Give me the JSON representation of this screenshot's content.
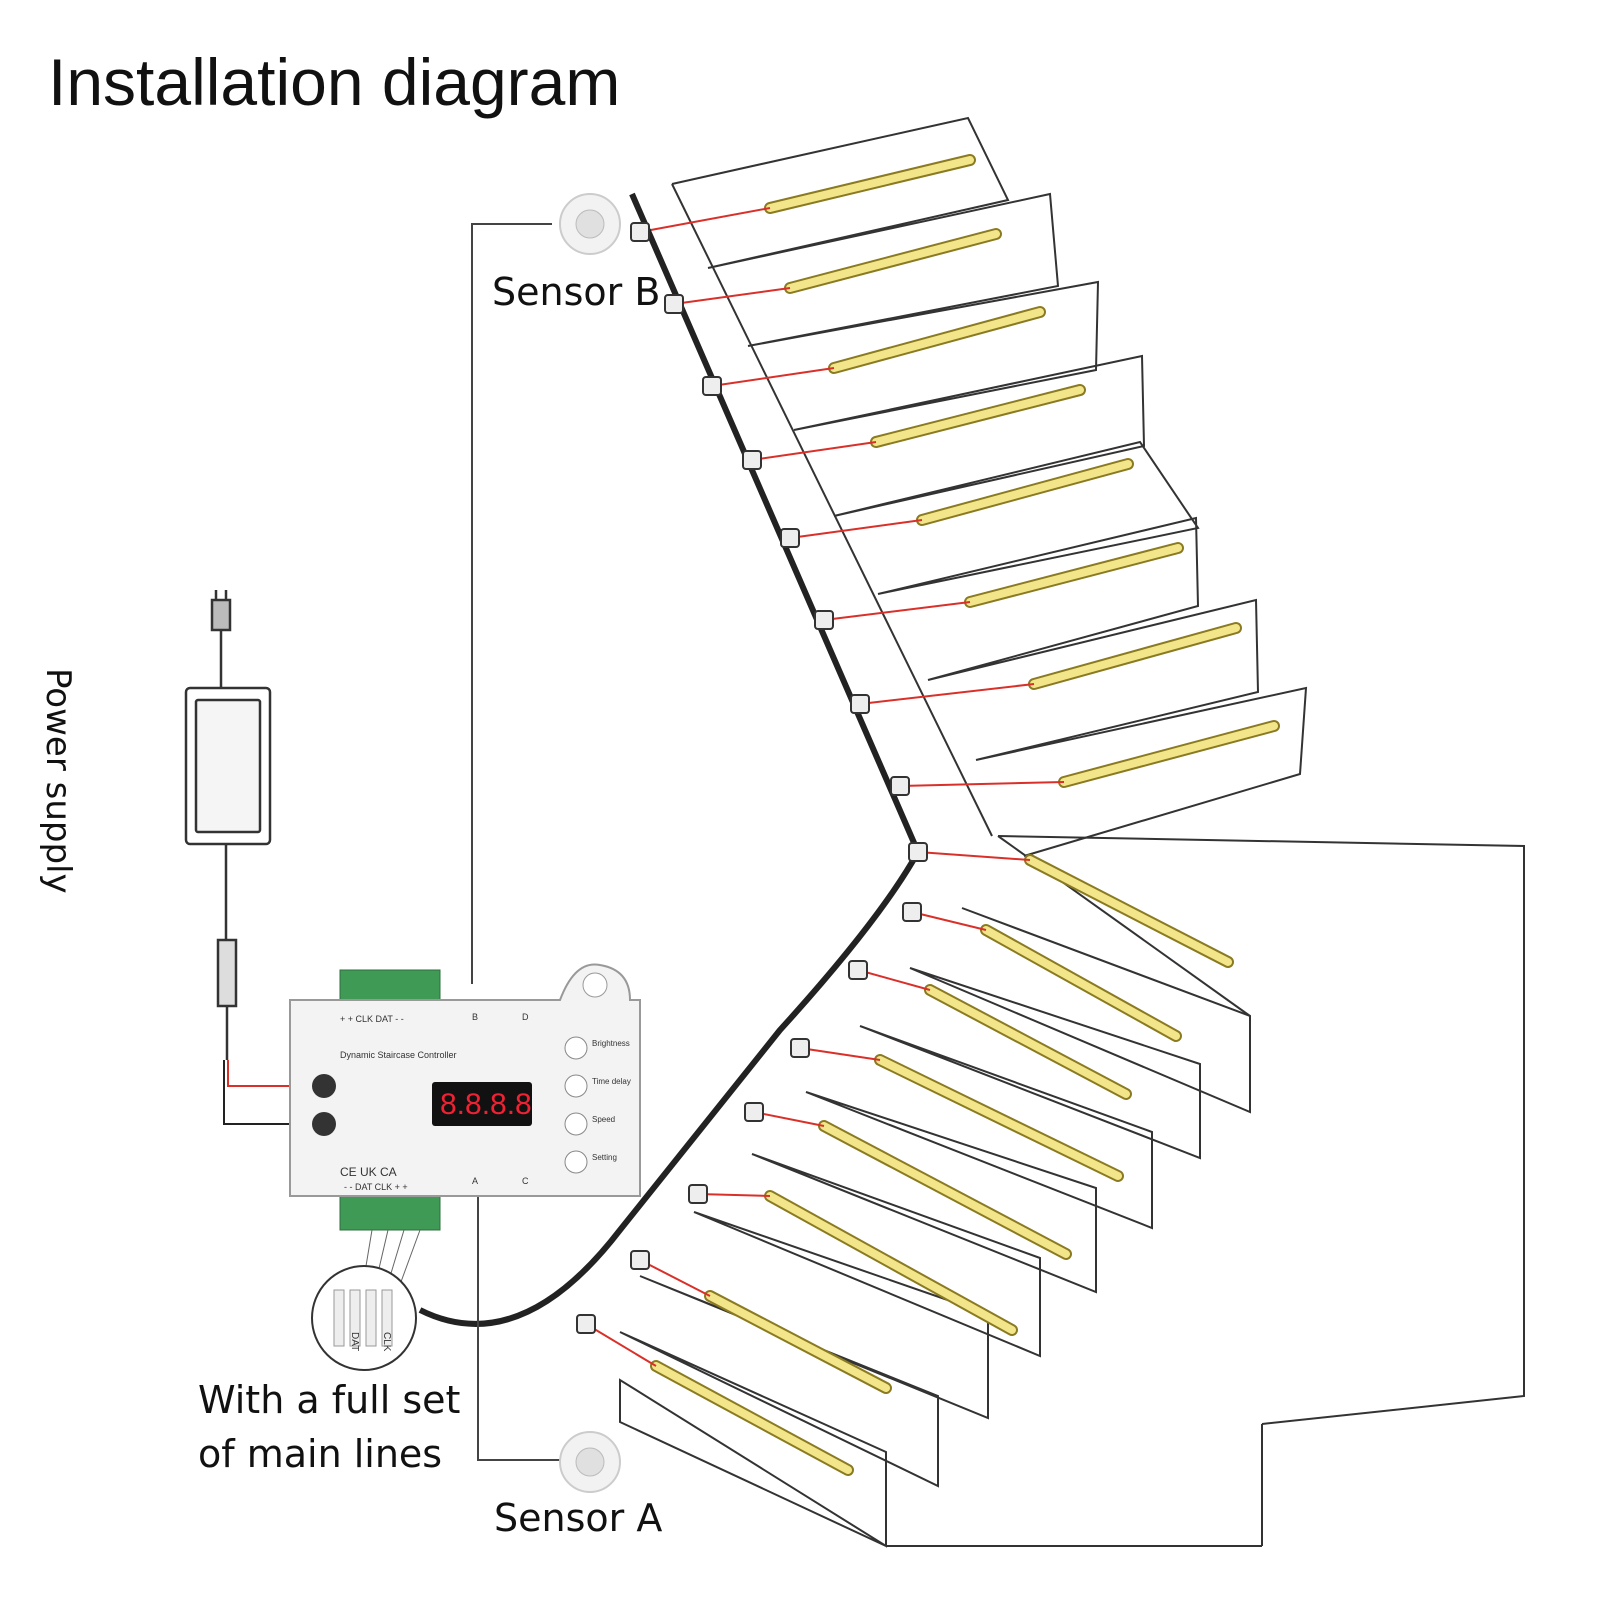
{
  "title": "Installation diagram",
  "labels": {
    "sensor_b": "Sensor B",
    "sensor_a": "Sensor A",
    "power_supply": "Power supply",
    "main_lines_1": "With a full set",
    "main_lines_2": "of main lines"
  },
  "controller": {
    "name": "Dynamic Staircase Controller",
    "display": "8.8.8.8",
    "top_terminals": "+  +  CLK DAT  -  -",
    "bottom_terminals": "-  -  DAT  CLK  +  +",
    "port_b": "B",
    "port_d": "D",
    "port_a": "A",
    "port_c": "C",
    "buttons": [
      "Brightness",
      "Time delay",
      "Speed",
      "Setting"
    ],
    "cert": "CE  UK CA"
  },
  "wire_tags": [
    "DAT",
    "CLK"
  ],
  "colors": {
    "strip": "#f3e58a",
    "strip_border": "#8a7a22",
    "wire_red": "#d9302a",
    "cable": "#222222",
    "line": "#444444"
  }
}
